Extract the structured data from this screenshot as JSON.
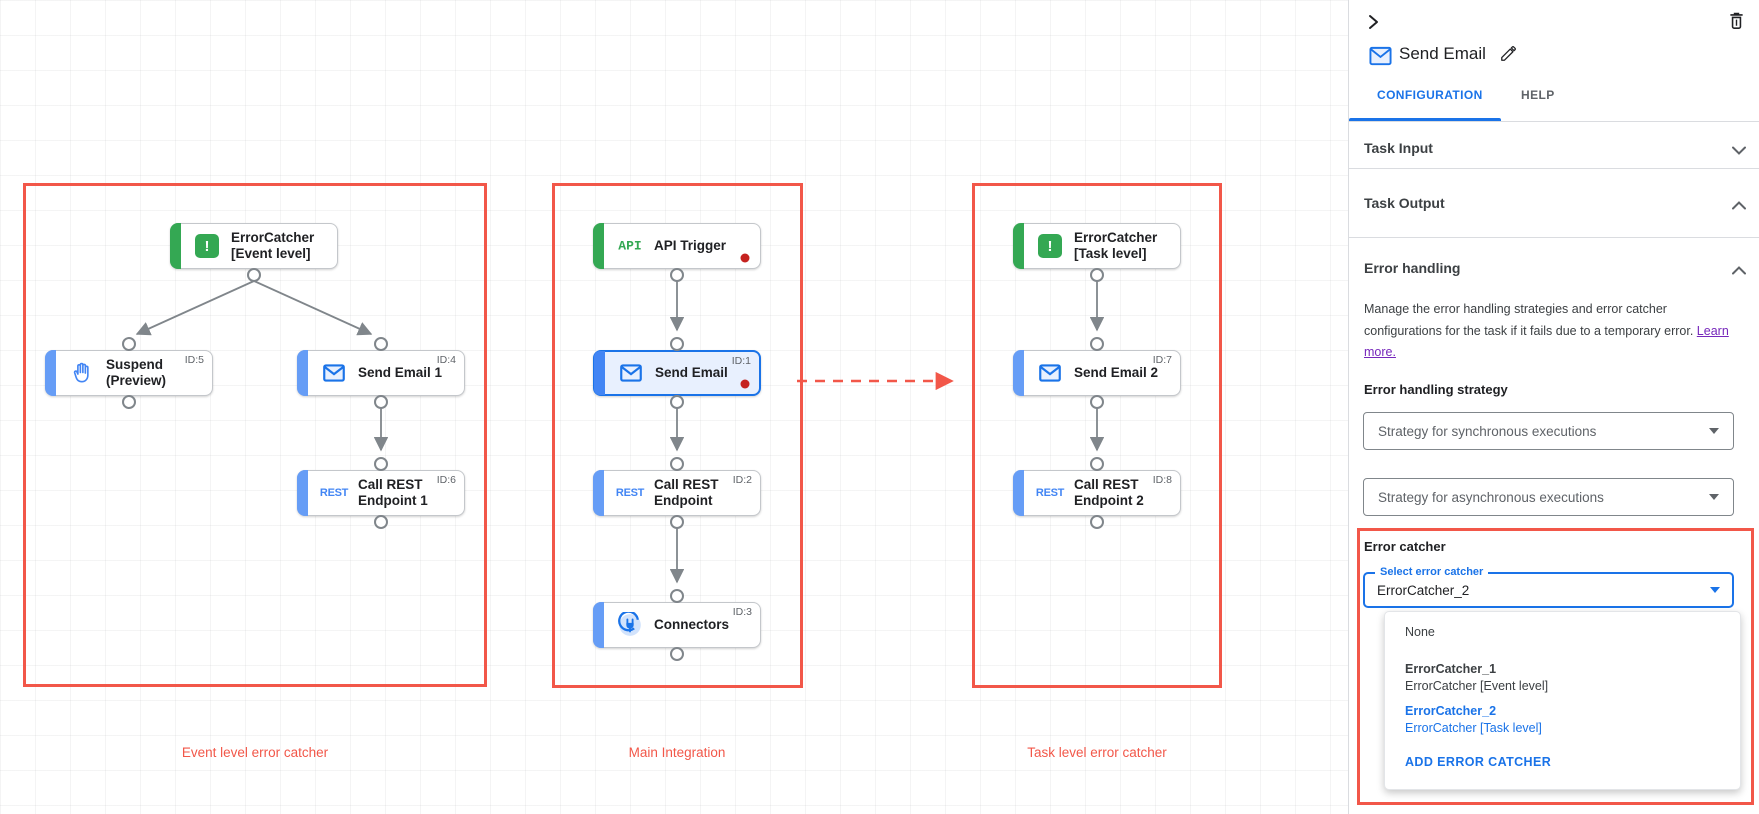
{
  "colors": {
    "accent_red": "#f25749",
    "dot_red": "#c5221f",
    "blue": "#1a73e8",
    "green": "#34a853",
    "link_purple": "#7627bb"
  },
  "canvas": {
    "groups": [
      {
        "label": "Event level error catcher"
      },
      {
        "label": "Main Integration"
      },
      {
        "label": "Task level error catcher"
      }
    ],
    "nodes": {
      "ec1": {
        "line1": "ErrorCatcher",
        "line2": "[Event level]",
        "id": ""
      },
      "suspend": {
        "line1": "Suspend",
        "line2": "(Preview)",
        "id": "ID:5"
      },
      "send1": {
        "line1": "Send Email 1",
        "line2": "",
        "id": "ID:4"
      },
      "rest1": {
        "line1": "Call REST",
        "line2": "Endpoint 1",
        "id": "ID:6",
        "icon_text": "REST"
      },
      "api": {
        "line1": "API Trigger",
        "line2": "",
        "id": "",
        "icon_text": "API"
      },
      "send": {
        "line1": "Send Email",
        "line2": "",
        "id": "ID:1"
      },
      "rest": {
        "line1": "Call REST",
        "line2": "Endpoint",
        "id": "ID:2",
        "icon_text": "REST"
      },
      "connectors": {
        "line1": "Connectors",
        "line2": "",
        "id": "ID:3"
      },
      "ec2": {
        "line1": "ErrorCatcher",
        "line2": "[Task level]",
        "id": ""
      },
      "send2": {
        "line1": "Send Email 2",
        "line2": "",
        "id": "ID:7"
      },
      "rest2": {
        "line1": "Call REST",
        "line2": "Endpoint 2",
        "id": "ID:8",
        "icon_text": "REST"
      }
    },
    "ec_icon_glyph": "!"
  },
  "panel": {
    "title": "Send Email",
    "tabs": {
      "configuration": "CONFIGURATION",
      "help": "HELP"
    },
    "sections": {
      "task_input": "Task Input",
      "task_output": "Task Output",
      "error_handling": "Error handling"
    },
    "error_handling": {
      "description": "Manage the error handling strategies and error catcher configurations for the task if it fails due to a temporary error. ",
      "learn_more": "Learn more.",
      "strategy_label": "Error handling strategy",
      "sync_select": "Strategy for synchronous executions",
      "async_select": "Strategy for asynchronous executions",
      "error_catcher_label": "Error catcher",
      "select_label": "Select error catcher",
      "select_value": "ErrorCatcher_2",
      "menu": {
        "none": "None",
        "ec1_name": "ErrorCatcher_1",
        "ec1_desc": "ErrorCatcher [Event level]",
        "ec2_name": "ErrorCatcher_2",
        "ec2_desc": "ErrorCatcher [Task level]",
        "add": "ADD ERROR CATCHER"
      }
    }
  }
}
